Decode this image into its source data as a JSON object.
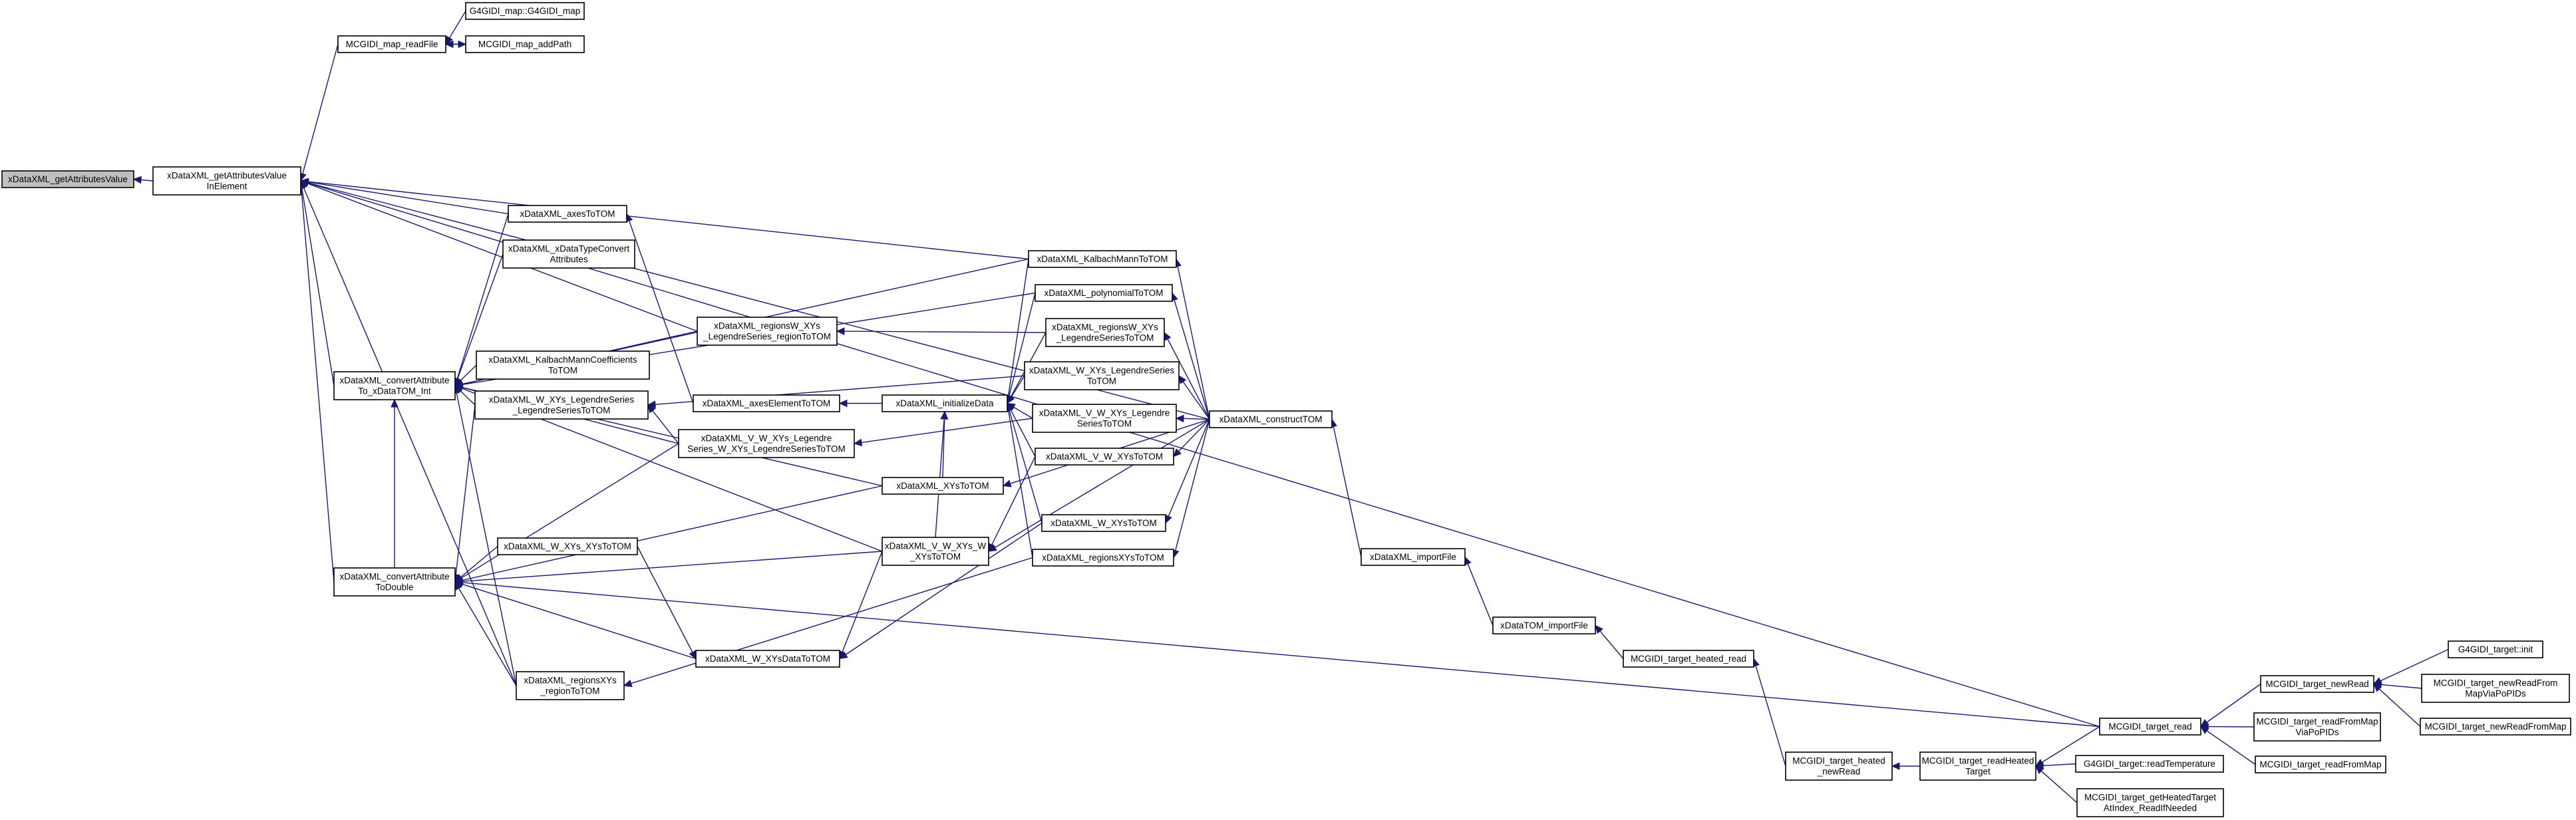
{
  "colors": {
    "edge": "#191970",
    "node_border": "#000000",
    "node_fill": "#ffffff",
    "root_fill": "#bfbfbf",
    "background": "#ffffff"
  },
  "nodes": [
    {
      "id": "getAttributesValue",
      "lines": [
        "xDataXML_getAttributesValue"
      ],
      "root": true
    },
    {
      "id": "getAttributesValueInElement",
      "lines": [
        "xDataXML_getAttributesValue",
        "InElement"
      ]
    },
    {
      "id": "MCGIDI_map_readFile",
      "lines": [
        "MCGIDI_map_readFile"
      ]
    },
    {
      "id": "G4GIDI_map",
      "lines": [
        "G4GIDI_map::G4GIDI_map"
      ]
    },
    {
      "id": "MCGIDI_map_addPath",
      "lines": [
        "MCGIDI_map_addPath"
      ]
    },
    {
      "id": "axesToTOM",
      "lines": [
        "xDataXML_axesToTOM"
      ]
    },
    {
      "id": "xDataTypeConvertAttributes",
      "lines": [
        "xDataXML_xDataTypeConvert",
        "Attributes"
      ]
    },
    {
      "id": "KalbachMannCoefficientsToTOM",
      "lines": [
        "xDataXML_KalbachMannCoefficients",
        "ToTOM"
      ]
    },
    {
      "id": "W_XYs_LegendreSeries_LegendreSeriesToTOM",
      "lines": [
        "xDataXML_W_XYs_LegendreSeries",
        "_LegendreSeriesToTOM"
      ]
    },
    {
      "id": "convertAttributeToInt",
      "lines": [
        "xDataXML_convertAttribute",
        "To_xDataTOM_Int"
      ]
    },
    {
      "id": "convertAttributeToDouble",
      "lines": [
        "xDataXML_convertAttribute",
        "ToDouble"
      ]
    },
    {
      "id": "W_XYs_XYsToTOM",
      "lines": [
        "xDataXML_W_XYs_XYsToTOM"
      ]
    },
    {
      "id": "regionsXYs_regionToTOM",
      "lines": [
        "xDataXML_regionsXYs",
        "_regionToTOM"
      ]
    },
    {
      "id": "regionsW_XYs_LegendreSeries_regionToTOM",
      "lines": [
        "xDataXML_regionsW_XYs",
        "_LegendreSeries_regionToTOM"
      ]
    },
    {
      "id": "axesElementToTOM",
      "lines": [
        "xDataXML_axesElementToTOM"
      ]
    },
    {
      "id": "V_W_XYs_LegendreSeries_W_XYs_LegendreSeriesToTOM",
      "lines": [
        "xDataXML_V_W_XYs_Legendre",
        "Series_W_XYs_LegendreSeriesToTOM"
      ]
    },
    {
      "id": "W_XYsDataToTOM",
      "lines": [
        "xDataXML_W_XYsDataToTOM"
      ]
    },
    {
      "id": "initializeData",
      "lines": [
        "xDataXML_initializeData"
      ]
    },
    {
      "id": "XYsToTOM",
      "lines": [
        "xDataXML_XYsToTOM"
      ]
    },
    {
      "id": "V_W_XYs_W_XYsToTOM",
      "lines": [
        "xDataXML_V_W_XYs_W",
        "_XYsToTOM"
      ]
    },
    {
      "id": "KalbachMannToTOM",
      "lines": [
        "xDataXML_KalbachMannToTOM"
      ]
    },
    {
      "id": "polynomialToTOM",
      "lines": [
        "xDataXML_polynomialToTOM"
      ]
    },
    {
      "id": "regionsW_XYs_LegendreSeriesToTOM",
      "lines": [
        "xDataXML_regionsW_XYs",
        "_LegendreSeriesToTOM"
      ]
    },
    {
      "id": "W_XYs_LegendreSeriesToTOM",
      "lines": [
        "xDataXML_W_XYs_LegendreSeries",
        "ToTOM"
      ]
    },
    {
      "id": "V_W_XYs_LegendreSeriesToTOM",
      "lines": [
        "xDataXML_V_W_XYs_Legendre",
        "SeriesToTOM"
      ]
    },
    {
      "id": "V_W_XYsToTOM",
      "lines": [
        "xDataXML_V_W_XYsToTOM"
      ]
    },
    {
      "id": "W_XYsToTOM",
      "lines": [
        "xDataXML_W_XYsToTOM"
      ]
    },
    {
      "id": "regionsXYsToTOM",
      "lines": [
        "xDataXML_regionsXYsToTOM"
      ]
    },
    {
      "id": "constructTOM",
      "lines": [
        "xDataXML_constructTOM"
      ]
    },
    {
      "id": "importFile",
      "lines": [
        "xDataXML_importFile"
      ]
    },
    {
      "id": "xDataTOM_importFile",
      "lines": [
        "xDataTOM_importFile"
      ]
    },
    {
      "id": "MCGIDI_target_heated_read",
      "lines": [
        "MCGIDI_target_heated_read"
      ]
    },
    {
      "id": "MCGIDI_target_heated_newRead",
      "lines": [
        "MCGIDI_target_heated",
        "_newRead"
      ]
    },
    {
      "id": "MCGIDI_target_readHeatedTarget",
      "lines": [
        "MCGIDI_target_readHeated",
        "Target"
      ]
    },
    {
      "id": "G4GIDI_target_readTemperature",
      "lines": [
        "G4GIDI_target::readTemperature"
      ]
    },
    {
      "id": "MCGIDI_target_getHeatedTargetAtIndex_ReadIfNeeded",
      "lines": [
        "MCGIDI_target_getHeatedTarget",
        "AtIndex_ReadIfNeeded"
      ]
    },
    {
      "id": "MCGIDI_target_read",
      "lines": [
        "MCGIDI_target_read"
      ]
    },
    {
      "id": "MCGIDI_target_newRead",
      "lines": [
        "MCGIDI_target_newRead"
      ]
    },
    {
      "id": "MCGIDI_target_readFromMapViaPoPIDs",
      "lines": [
        "MCGIDI_target_readFromMap",
        "ViaPoPIDs"
      ]
    },
    {
      "id": "MCGIDI_target_readFromMap",
      "lines": [
        "MCGIDI_target_readFromMap"
      ]
    },
    {
      "id": "G4GIDI_target_init",
      "lines": [
        "G4GIDI_target::init"
      ]
    },
    {
      "id": "MCGIDI_target_newReadFromMapViaPoPIDs",
      "lines": [
        "MCGIDI_target_newReadFrom",
        "MapViaPoPIDs"
      ]
    },
    {
      "id": "MCGIDI_target_newReadFromMap",
      "lines": [
        "MCGIDI_target_newReadFromMap"
      ]
    }
  ],
  "edges": [
    [
      "getAttributesValueInElement",
      "getAttributesValue"
    ],
    [
      "MCGIDI_map_readFile",
      "getAttributesValueInElement"
    ],
    [
      "G4GIDI_map",
      "MCGIDI_map_readFile"
    ],
    [
      "MCGIDI_map_addPath",
      "MCGIDI_map_readFile"
    ],
    [
      "MCGIDI_map_readFile",
      "MCGIDI_map_addPath"
    ],
    [
      "axesToTOM",
      "getAttributesValueInElement"
    ],
    [
      "convertAttributeToInt",
      "getAttributesValueInElement"
    ],
    [
      "convertAttributeToDouble",
      "getAttributesValueInElement"
    ],
    [
      "regionsXYs_regionToTOM",
      "getAttributesValueInElement"
    ],
    [
      "regionsW_XYs_LegendreSeries_regionToTOM",
      "getAttributesValueInElement"
    ],
    [
      "KalbachMannToTOM",
      "getAttributesValueInElement"
    ],
    [
      "constructTOM",
      "getAttributesValueInElement"
    ],
    [
      "MCGIDI_target_read",
      "getAttributesValueInElement"
    ],
    [
      "axesToTOM",
      "convertAttributeToInt"
    ],
    [
      "xDataTypeConvertAttributes",
      "convertAttributeToInt"
    ],
    [
      "KalbachMannCoefficientsToTOM",
      "convertAttributeToInt"
    ],
    [
      "W_XYs_LegendreSeries_LegendreSeriesToTOM",
      "convertAttributeToInt"
    ],
    [
      "regionsW_XYs_LegendreSeries_regionToTOM",
      "convertAttributeToInt"
    ],
    [
      "V_W_XYs_LegendreSeries_W_XYs_LegendreSeriesToTOM",
      "convertAttributeToInt"
    ],
    [
      "XYsToTOM",
      "convertAttributeToInt"
    ],
    [
      "V_W_XYs_W_XYsToTOM",
      "convertAttributeToInt"
    ],
    [
      "KalbachMannToTOM",
      "convertAttributeToInt"
    ],
    [
      "polynomialToTOM",
      "convertAttributeToInt"
    ],
    [
      "regionsXYs_regionToTOM",
      "convertAttributeToInt"
    ],
    [
      "convertAttributeToDouble",
      "convertAttributeToInt"
    ],
    [
      "W_XYs_XYsToTOM",
      "convertAttributeToDouble"
    ],
    [
      "regionsXYs_regionToTOM",
      "convertAttributeToDouble"
    ],
    [
      "W_XYs_LegendreSeries_LegendreSeriesToTOM",
      "convertAttributeToDouble"
    ],
    [
      "V_W_XYs_LegendreSeries_W_XYs_LegendreSeriesToTOM",
      "convertAttributeToDouble"
    ],
    [
      "W_XYsDataToTOM",
      "convertAttributeToDouble"
    ],
    [
      "XYsToTOM",
      "convertAttributeToDouble"
    ],
    [
      "V_W_XYs_W_XYsToTOM",
      "convertAttributeToDouble"
    ],
    [
      "MCGIDI_target_read",
      "convertAttributeToDouble"
    ],
    [
      "axesElementToTOM",
      "axesToTOM"
    ],
    [
      "regionsW_XYs_LegendreSeriesToTOM",
      "regionsW_XYs_LegendreSeries_regionToTOM"
    ],
    [
      "W_XYs_LegendreSeriesToTOM",
      "W_XYs_LegendreSeries_LegendreSeriesToTOM"
    ],
    [
      "V_W_XYs_LegendreSeriesToTOM",
      "V_W_XYs_LegendreSeries_W_XYs_LegendreSeriesToTOM"
    ],
    [
      "V_W_XYs_LegendreSeries_W_XYs_LegendreSeriesToTOM",
      "W_XYs_LegendreSeries_LegendreSeriesToTOM"
    ],
    [
      "W_XYs_XYsToTOM",
      "W_XYsDataToTOM"
    ],
    [
      "V_W_XYs_W_XYsToTOM",
      "W_XYsDataToTOM"
    ],
    [
      "W_XYsToTOM",
      "W_XYsDataToTOM"
    ],
    [
      "regionsXYsToTOM",
      "regionsXYs_regionToTOM"
    ],
    [
      "initializeData",
      "axesElementToTOM"
    ],
    [
      "KalbachMannToTOM",
      "initializeData"
    ],
    [
      "polynomialToTOM",
      "initializeData"
    ],
    [
      "regionsW_XYs_LegendreSeriesToTOM",
      "initializeData"
    ],
    [
      "W_XYs_LegendreSeriesToTOM",
      "initializeData"
    ],
    [
      "V_W_XYs_LegendreSeriesToTOM",
      "initializeData"
    ],
    [
      "V_W_XYsToTOM",
      "initializeData"
    ],
    [
      "W_XYsToTOM",
      "initializeData"
    ],
    [
      "regionsXYsToTOM",
      "initializeData"
    ],
    [
      "XYsToTOM",
      "initializeData"
    ],
    [
      "V_W_XYs_W_XYsToTOM",
      "initializeData"
    ],
    [
      "V_W_XYsToTOM",
      "V_W_XYs_W_XYsToTOM"
    ],
    [
      "constructTOM",
      "KalbachMannToTOM"
    ],
    [
      "constructTOM",
      "polynomialToTOM"
    ],
    [
      "constructTOM",
      "regionsW_XYs_LegendreSeriesToTOM"
    ],
    [
      "constructTOM",
      "W_XYs_LegendreSeriesToTOM"
    ],
    [
      "constructTOM",
      "V_W_XYs_LegendreSeriesToTOM"
    ],
    [
      "constructTOM",
      "V_W_XYsToTOM"
    ],
    [
      "constructTOM",
      "W_XYsToTOM"
    ],
    [
      "constructTOM",
      "regionsXYsToTOM"
    ],
    [
      "constructTOM",
      "XYsToTOM"
    ],
    [
      "constructTOM",
      "V_W_XYs_W_XYsToTOM"
    ],
    [
      "importFile",
      "constructTOM"
    ],
    [
      "xDataTOM_importFile",
      "importFile"
    ],
    [
      "MCGIDI_target_heated_read",
      "xDataTOM_importFile"
    ],
    [
      "MCGIDI_target_heated_newRead",
      "MCGIDI_target_heated_read"
    ],
    [
      "MCGIDI_target_readHeatedTarget",
      "MCGIDI_target_heated_newRead"
    ],
    [
      "G4GIDI_target_readTemperature",
      "MCGIDI_target_readHeatedTarget"
    ],
    [
      "MCGIDI_target_getHeatedTargetAtIndex_ReadIfNeeded",
      "MCGIDI_target_readHeatedTarget"
    ],
    [
      "MCGIDI_target_read",
      "MCGIDI_target_readHeatedTarget"
    ],
    [
      "MCGIDI_target_newRead",
      "MCGIDI_target_read"
    ],
    [
      "MCGIDI_target_readFromMapViaPoPIDs",
      "MCGIDI_target_read"
    ],
    [
      "MCGIDI_target_readFromMap",
      "MCGIDI_target_read"
    ],
    [
      "G4GIDI_target_init",
      "MCGIDI_target_newRead"
    ],
    [
      "MCGIDI_target_newReadFromMapViaPoPIDs",
      "MCGIDI_target_newRead"
    ],
    [
      "MCGIDI_target_newReadFromMap",
      "MCGIDI_target_newRead"
    ]
  ]
}
